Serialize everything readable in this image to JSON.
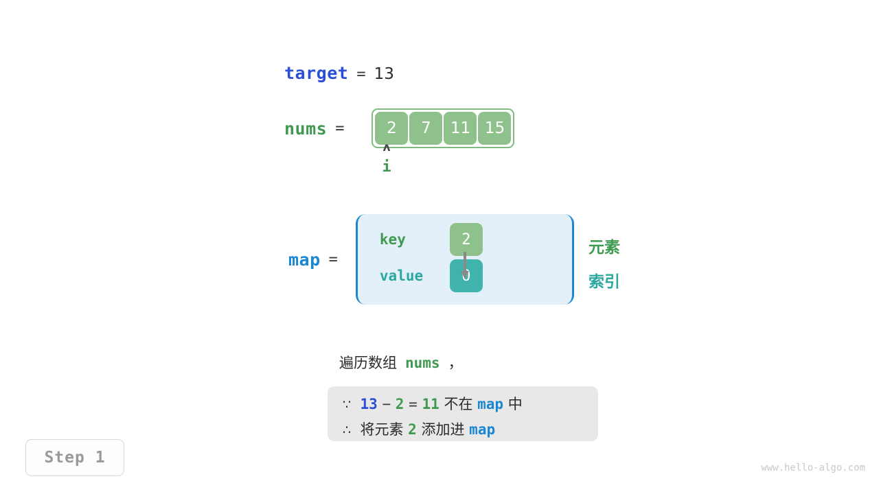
{
  "target": {
    "name": "target",
    "equals": "=",
    "value": "13"
  },
  "nums": {
    "name": "nums",
    "equals": "=",
    "cells": [
      "2",
      "7",
      "11",
      "15"
    ]
  },
  "pointer": {
    "caret": "ʌ",
    "label": "i"
  },
  "map": {
    "name": "map",
    "equals": "=",
    "key_label": "key",
    "value_label": "value",
    "key_cell": "2",
    "value_cell": "0",
    "legend_element": "元素",
    "legend_index": "索引"
  },
  "caption": {
    "prefix": "遍历数组",
    "code": "nums",
    "suffix": "，"
  },
  "reasoning": {
    "line1": {
      "symbol": "∵",
      "a": "13",
      "minus": "−",
      "b": "2",
      "eq": "=",
      "c": "11",
      "text_mid": "不在",
      "map": "map",
      "text_end": "中"
    },
    "line2": {
      "symbol": "∴",
      "text_start": "将元素",
      "value": "2",
      "text_mid": "添加进",
      "map": "map"
    }
  },
  "step": {
    "label": "Step 1"
  },
  "watermark": {
    "text": "www.hello-algo.com"
  },
  "colors": {
    "target_blue": "#2c4fd7",
    "nums_green": "#3f9a4f",
    "map_blue": "#1a87d1",
    "cell_green": "#8fc18c",
    "cell_teal": "#3fb3ac",
    "map_bg": "#e3f0fa",
    "reason_bg": "#e8e8e8",
    "step_gray": "#9a9a9a"
  }
}
